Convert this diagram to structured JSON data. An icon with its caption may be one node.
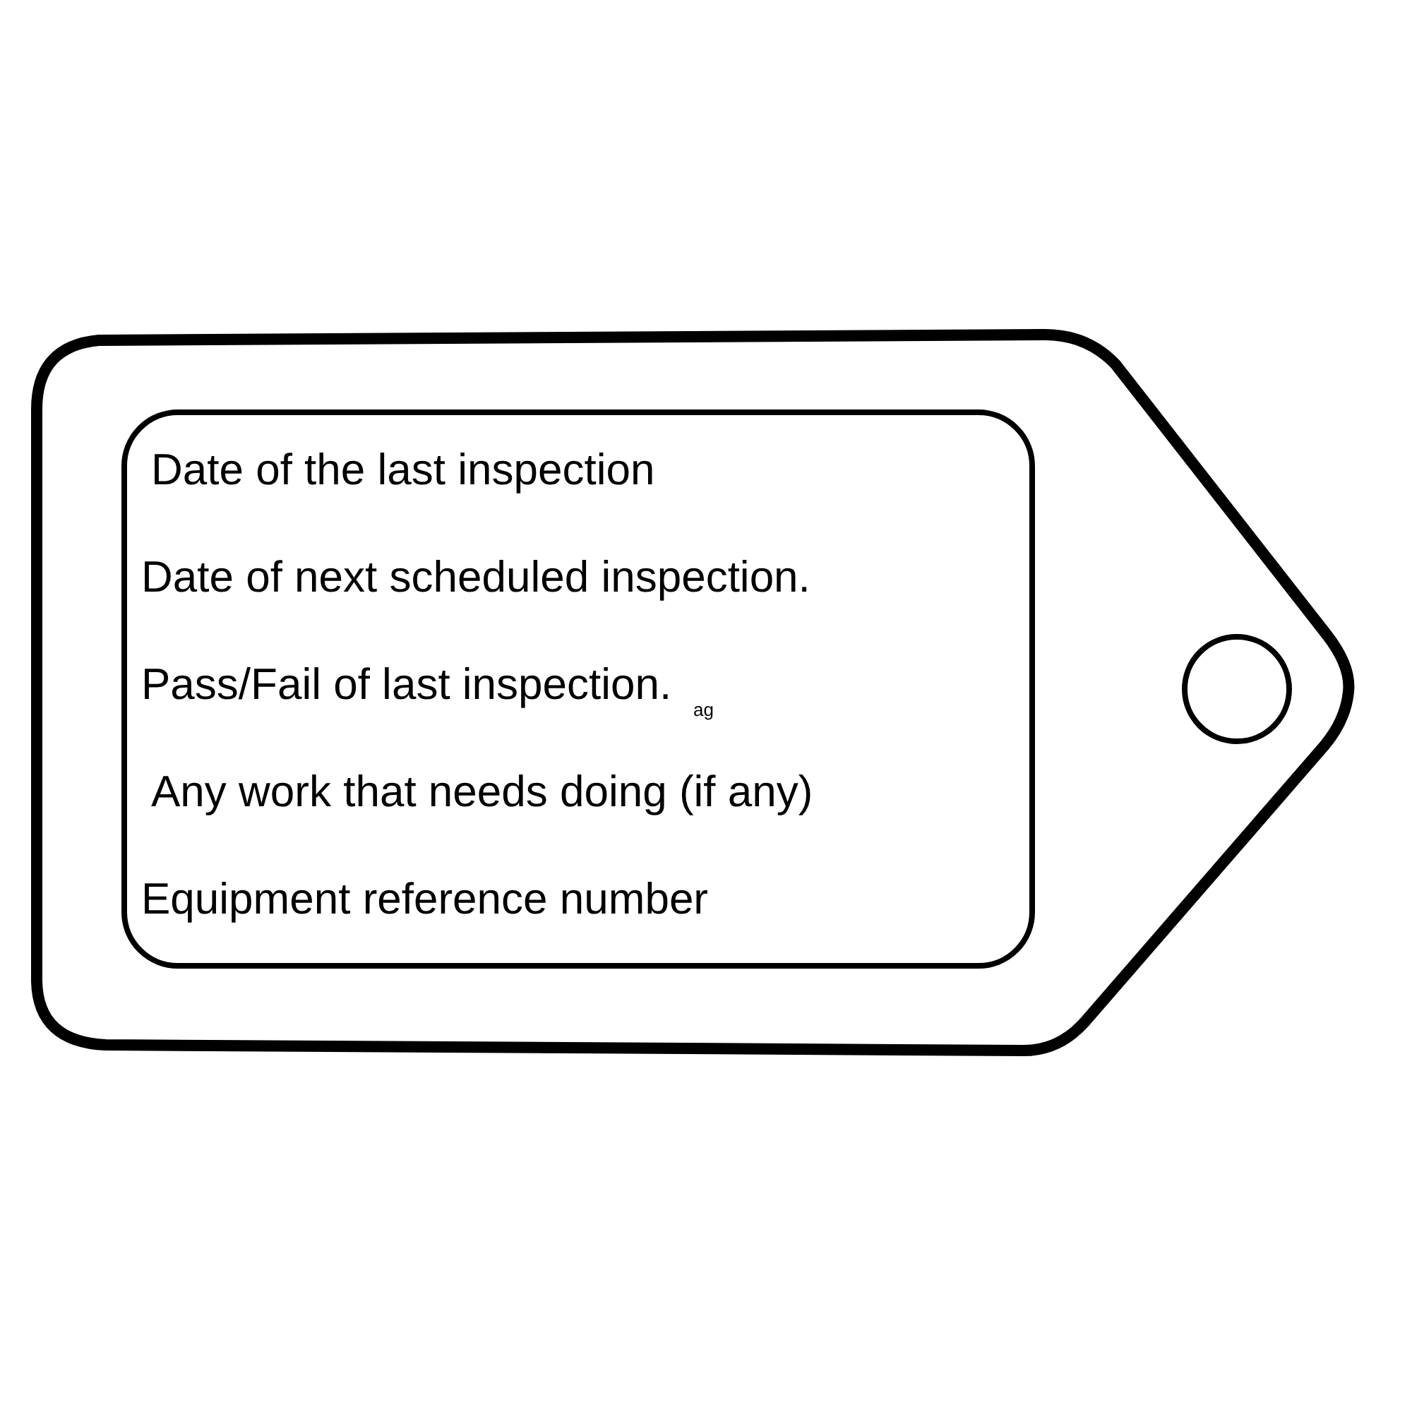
{
  "diagram": {
    "nodes": [
      {
        "text": [],
        "shape": "tag"
      },
      {
        "text": [
          "Date of the last inspection",
          "Date of next scheduled inspection.",
          "Pass/Fail of last inspection.",
          "Any work that needs doing (if any)",
          "Equipment reference number"
        ],
        "in": 0
      }
    ],
    "labels": [
      "ag"
    ]
  }
}
